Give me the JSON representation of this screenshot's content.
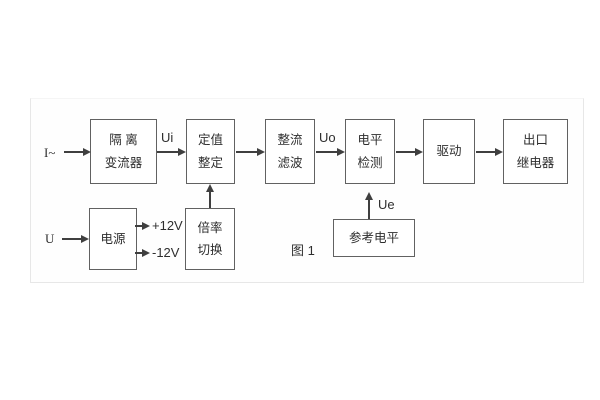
{
  "figure": {
    "caption": "图 1",
    "inputs": {
      "current": "I~",
      "voltage": "U"
    },
    "signals": {
      "ui": "Ui",
      "uo": "Uo",
      "ue": "Ue",
      "plus12": "+12V",
      "minus12": "-12V"
    },
    "blocks": {
      "isolation": {
        "line1": "隔 离",
        "line2": "变流器"
      },
      "setting": {
        "line1": "定值",
        "line2": "整定"
      },
      "rectifier": {
        "line1": "整流",
        "line2": "滤波"
      },
      "level": {
        "line1": "电平",
        "line2": "检测"
      },
      "drive": {
        "line1": "驱动"
      },
      "relay": {
        "line1": "出口",
        "line2": "继电器"
      },
      "power": {
        "line1": "电源"
      },
      "ratio": {
        "line1": "倍率",
        "line2": "切换"
      },
      "reference": {
        "line1": "参考电平"
      }
    }
  },
  "colors": {
    "line": "#3f3f3f",
    "border": "#616161",
    "text": "#2e2e2e",
    "frame": "#e7e7e7",
    "bg": "#ffffff"
  }
}
